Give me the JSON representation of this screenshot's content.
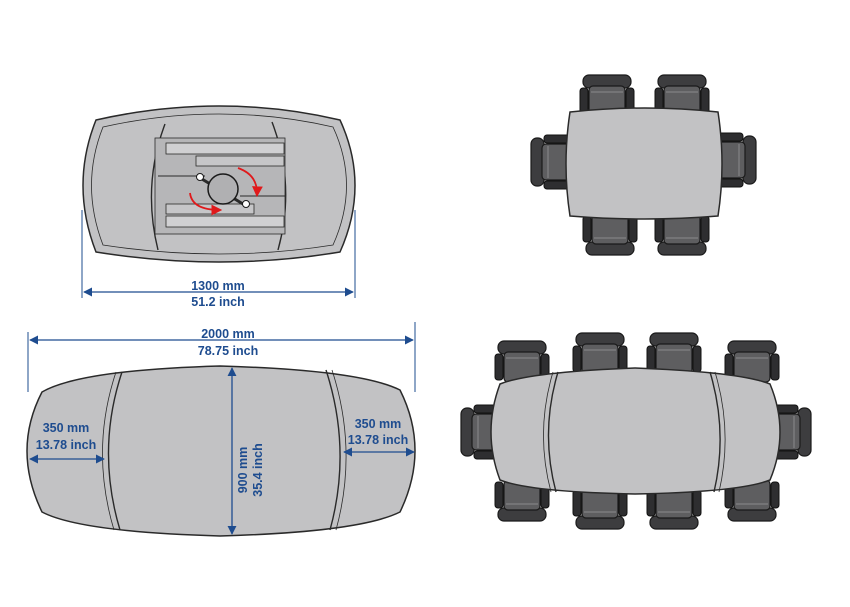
{
  "colors": {
    "accent_blue": "#1e4c8f",
    "table_fill": "#c2c2c4",
    "table_stroke": "#2a2a2a",
    "chair_dark": "#3a3a3c",
    "chair_mid": "#6a6a6c",
    "arrow_red": "#e0191b"
  },
  "small_table": {
    "width_mm": "1300 mm",
    "width_inch": "51.2 inch"
  },
  "large_table": {
    "length_mm": "2000 mm",
    "length_inch": "78.75 inch",
    "left_end_mm": "350 mm",
    "left_end_inch": "13.78 inch",
    "right_end_mm": "350 mm",
    "right_end_inch": "13.78 inch",
    "depth_mm": "900 mm",
    "depth_inch": "35.4 inch"
  },
  "icons": [
    "rotate-arrow-icon",
    "chair-icon",
    "dimension-arrow-icon"
  ]
}
